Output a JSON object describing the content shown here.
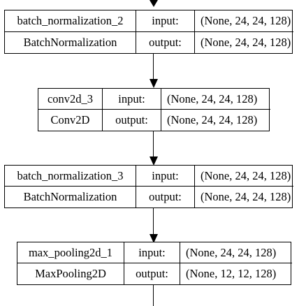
{
  "diagram": {
    "nodes": [
      {
        "name": "batch_normalization_2",
        "type": "BatchNormalization",
        "input_label": "input:",
        "output_label": "output:",
        "input_shape": "(None, 24, 24, 128)",
        "output_shape": "(None, 24, 24, 128)"
      },
      {
        "name": "conv2d_3",
        "type": "Conv2D",
        "input_label": "input:",
        "output_label": "output:",
        "input_shape": "(None, 24, 24, 128)",
        "output_shape": "(None, 24, 24, 128)"
      },
      {
        "name": "batch_normalization_3",
        "type": "BatchNormalization",
        "input_label": "input:",
        "output_label": "output:",
        "input_shape": "(None, 24, 24, 128)",
        "output_shape": "(None, 24, 24, 128)"
      },
      {
        "name": "max_pooling2d_1",
        "type": "MaxPooling2D",
        "input_label": "input:",
        "output_label": "output:",
        "input_shape": "(None, 24, 24, 128)",
        "output_shape": "(None, 12, 12, 128)"
      }
    ]
  }
}
